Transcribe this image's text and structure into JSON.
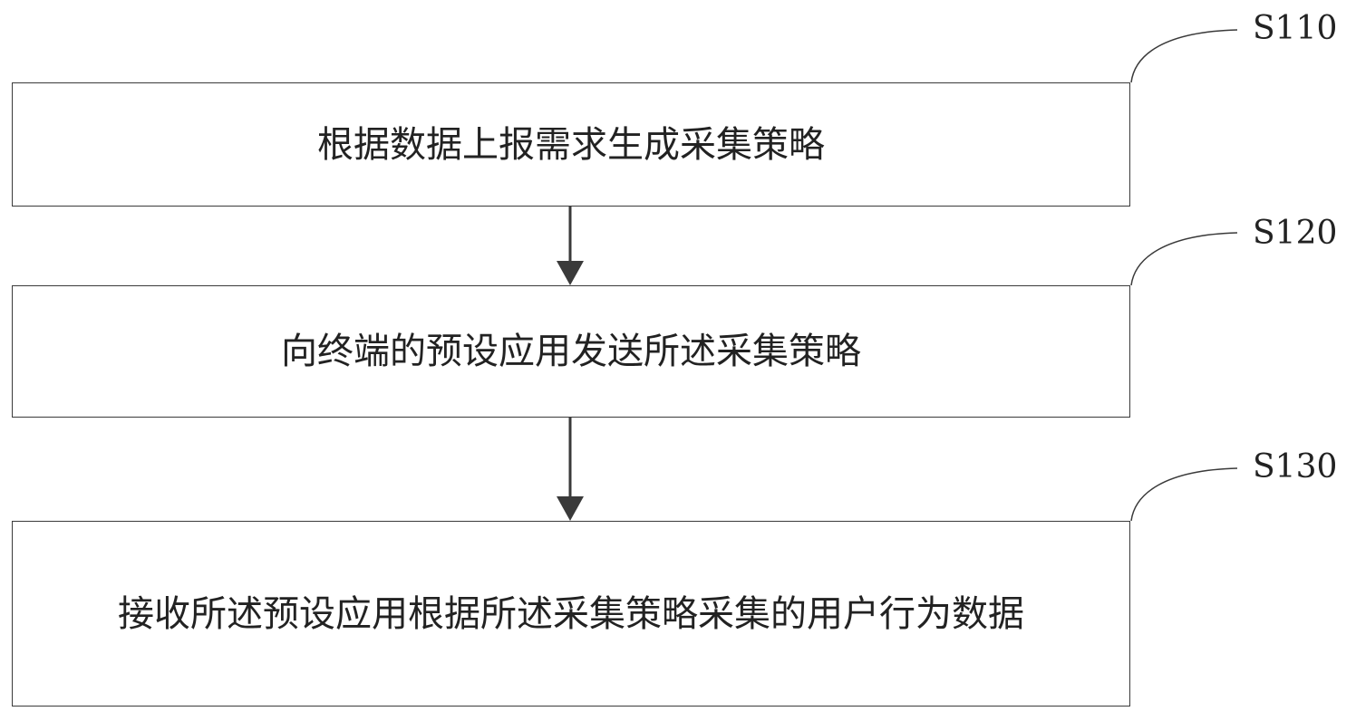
{
  "steps": [
    {
      "id": "S110",
      "text": "根据数据上报需求生成采集策略"
    },
    {
      "id": "S120",
      "text": "向终端的预设应用发送所述采集策略"
    },
    {
      "id": "S130",
      "text": "接收所述预设应用根据所述采集策略采集的用户行为数据"
    }
  ],
  "colors": {
    "border": "#3a3a3a",
    "arrow": "#3a3a3a",
    "text": "#222222",
    "background": "#ffffff"
  }
}
